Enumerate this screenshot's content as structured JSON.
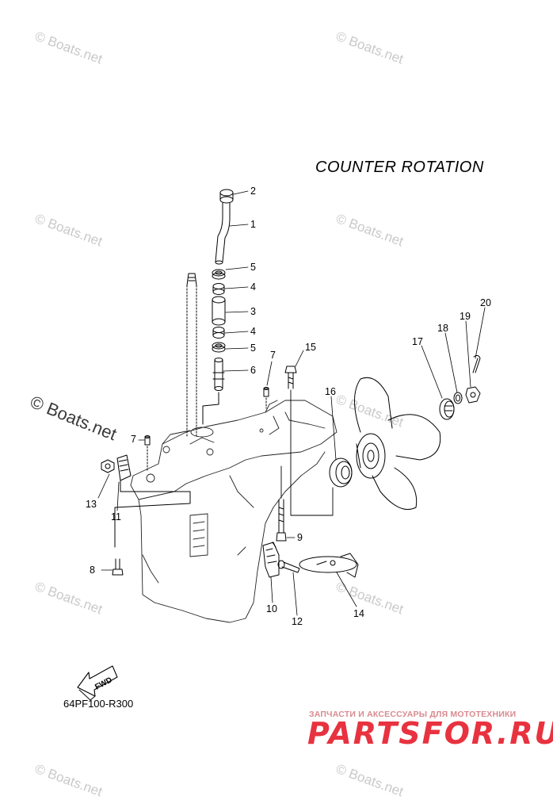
{
  "title": "COUNTER ROTATION",
  "diagram_code": "64PF100-R300",
  "fwd_label": "FWD",
  "watermark": "© Boats.net",
  "branding": {
    "subtitle": "ЗАПЧАСТИ И АКСЕССУАРЫ ДЛЯ МОТОТЕХНИКИ",
    "logo": "PARTSFOR.RU",
    "logo_color": "#e8323f"
  },
  "parts": {
    "p1": "1",
    "p2": "2",
    "p3": "3",
    "p4a": "4",
    "p4b": "4",
    "p5a": "5",
    "p5b": "5",
    "p6": "6",
    "p7a": "7",
    "p7b": "7",
    "p8": "8",
    "p9": "9",
    "p10": "10",
    "p11": "11",
    "p12": "12",
    "p13": "13",
    "p14": "14",
    "p15": "15",
    "p16": "16",
    "p17": "17",
    "p18": "18",
    "p19": "19",
    "p20": "20"
  }
}
